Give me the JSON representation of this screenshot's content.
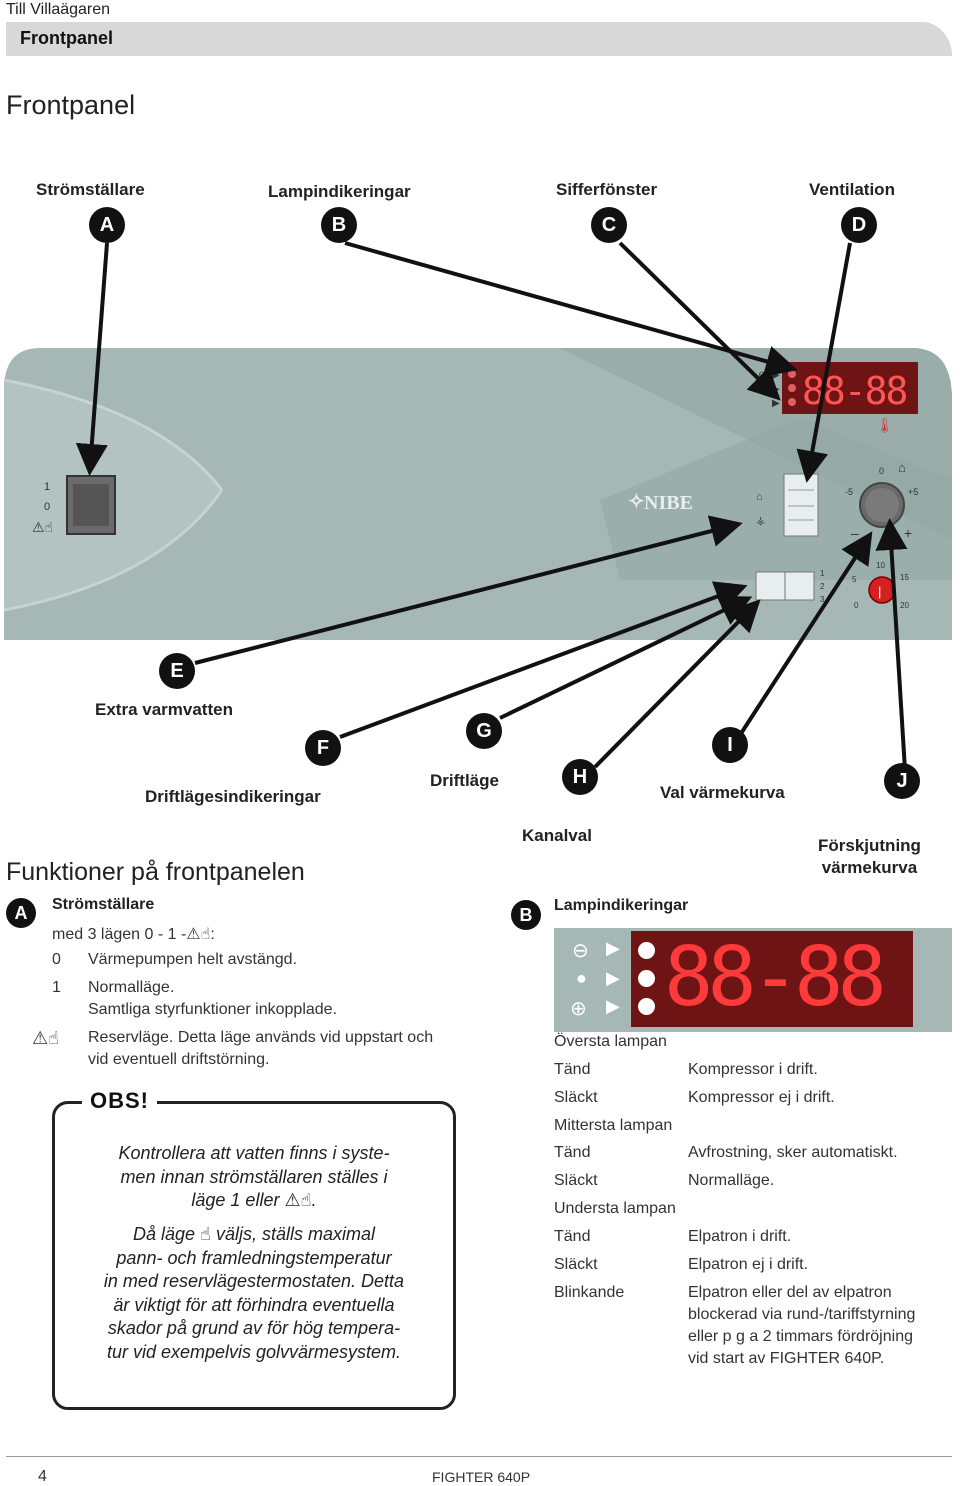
{
  "header": {
    "top": "Till Villaägaren",
    "bar": "Frontpanel"
  },
  "title": "Frontpanel",
  "callouts": {
    "A": {
      "letter": "A",
      "label": "Strömställare"
    },
    "B": {
      "letter": "B",
      "label": "Lampindikeringar"
    },
    "C": {
      "letter": "C",
      "label": "Sifferfönster"
    },
    "D": {
      "letter": "D",
      "label": "Ventilation"
    },
    "E": {
      "letter": "E",
      "label": "Extra varmvatten"
    },
    "F": {
      "letter": "F",
      "label": "Driftlägesindikeringar"
    },
    "G": {
      "letter": "G",
      "label": "Driftläge"
    },
    "H": {
      "letter": "H",
      "label": "Kanalval"
    },
    "I": {
      "letter": "I",
      "label": "Val värmekurva"
    },
    "J": {
      "letter": "J",
      "label": "Förskjutning värmekurva",
      "line1": "Förskjutning",
      "line2": "värmekurva"
    }
  },
  "panel": {
    "switch_1": "1",
    "switch_0": "0",
    "brand": "NIBE",
    "dial_top": "0",
    "dial_left": "-5",
    "dial_right": "+5",
    "dial_minus": "–",
    "dial_plus": "+",
    "curve_10": "10",
    "curve_5": "5",
    "curve_15": "15",
    "curve_0": "0",
    "curve_20": "20",
    "lamp_1": "1",
    "lamp_2": "2",
    "lamp_3": "3",
    "display": "88-88"
  },
  "functions": {
    "title": "Funktioner på frontpanelen",
    "A": {
      "letter": "A",
      "heading": "Strömställare",
      "intro": "med 3 lägen 0 - 1 -",
      "intro_end": ":",
      "rows": [
        {
          "key": "0",
          "text": "Värmepumpen helt avstängd."
        },
        {
          "key": "1",
          "text": "Normalläge.",
          "text2": "Samtliga styrfunktioner inkopplade."
        },
        {
          "text": "Reservläge. Detta läge används vid uppstart och",
          "text2": "vid eventuell driftstörning."
        }
      ],
      "obs": {
        "label": "OBS!",
        "p1_l1": "Kontrollera att vatten finns i syste-",
        "p1_l2": "men innan strömställaren ställes i",
        "p1_l3": "läge 1 eller",
        "p1_l3_end": ".",
        "p2_l1a": "Då läge",
        "p2_l1b": "väljs, ställs maximal",
        "p2_l2": "pann- och framledningstemperatur",
        "p2_l3": "in med reservlägestermostaten. Detta",
        "p2_l4": "är viktigt för att förhindra eventuella",
        "p2_l5": "skador på grund av för hög tempera-",
        "p2_l6": "tur vid exempelvis golvvärmesystem."
      }
    },
    "B": {
      "letter": "B",
      "heading": "Lampindikeringar",
      "display": "88-88",
      "rows": [
        {
          "k": "Översta lampan",
          "v": ""
        },
        {
          "k": "Tänd",
          "v": "Kompressor i drift."
        },
        {
          "k": "Släckt",
          "v": "Kompressor ej i drift."
        },
        {
          "k": "Mittersta lampan",
          "v": ""
        },
        {
          "k": "Tänd",
          "v": "Avfrostning, sker automatiskt."
        },
        {
          "k": "Släckt",
          "v": "Normalläge."
        },
        {
          "k": "Understa lampan",
          "v": ""
        },
        {
          "k": "Tänd",
          "v": "Elpatron i drift."
        },
        {
          "k": "Släckt",
          "v": "Elpatron ej i drift."
        },
        {
          "k": "Blinkande",
          "v": "Elpatron eller del av elpatron"
        }
      ],
      "blink_extra": [
        "blockerad via rund-/tariffstyrning",
        "eller p g a 2 timmars fördröjning",
        "vid start av FIGHTER 640P."
      ]
    }
  },
  "footer": {
    "page": "4",
    "product": "FIGHTER 640P"
  },
  "colors": {
    "panel": "#a6b8b6",
    "panel_dark": "#8ea09e",
    "display_bg": "#6e1414",
    "lamp_red": "#d42020"
  }
}
